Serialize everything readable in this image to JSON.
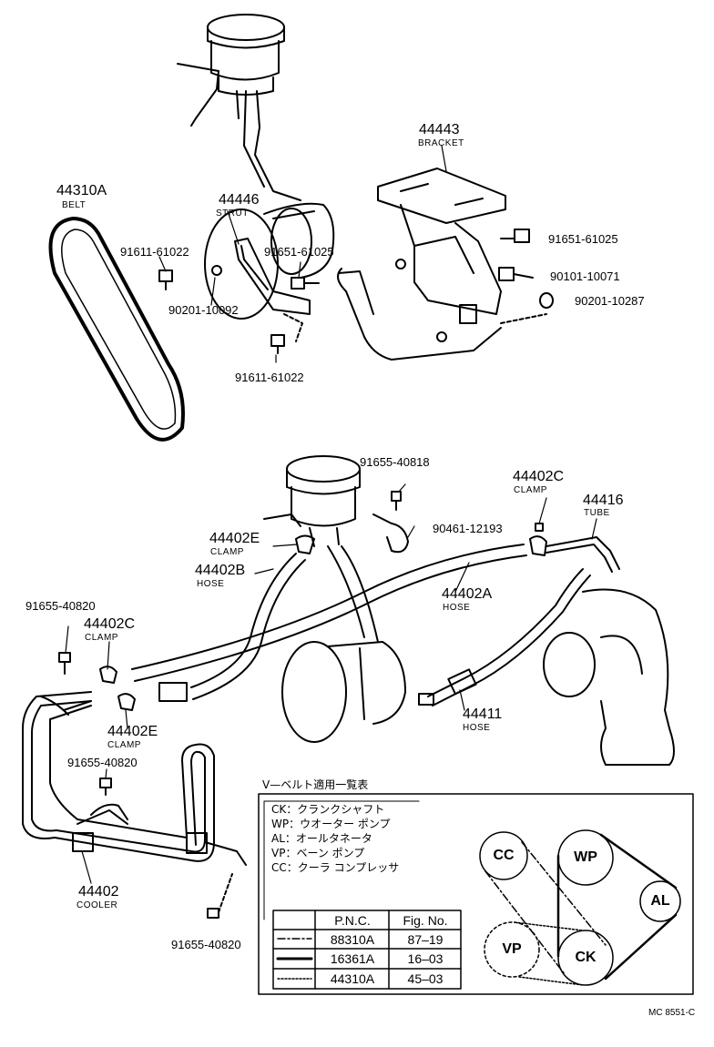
{
  "top": {
    "belt_pn": "44310A",
    "belt_name": "BELT",
    "strut_pn": "44446",
    "strut_name": "STRUT",
    "bracket_pn": "44443",
    "bracket_name": "BRACKET",
    "bolt_a": "91611-61022",
    "washer_a": "90201-10092",
    "bolt_b": "91611-61022",
    "bolt_c": "91651-61025",
    "bolt_d": "91651-61025",
    "bolt_e": "90101-10071",
    "washer_b": "90201-10287"
  },
  "bottom": {
    "screw_top": "91655-40818",
    "clip": "90461-12193",
    "clamp_c_right_pn": "44402C",
    "clamp_c_right_name": "CLAMP",
    "tube_pn": "44416",
    "tube_name": "TUBE",
    "clamp_e_top_pn": "44402E",
    "clamp_e_top_name": "CLAMP",
    "hose_b_pn": "44402B",
    "hose_b_name": "HOSE",
    "hose_a_pn": "44402A",
    "hose_a_name": "HOSE",
    "screw_left": "91655-40820",
    "clamp_c_left_pn": "44402C",
    "clamp_c_left_name": "CLAMP",
    "clamp_e_left_pn": "44402E",
    "clamp_e_left_name": "CLAMP",
    "screw_mid": "91655-40820",
    "hose_pn": "44411",
    "hose_name": "HOSE",
    "cooler_pn": "44402",
    "cooler_name": "COOLER",
    "screw_bottom": "91655-40820"
  },
  "legend": {
    "title": "V—ベルト適用一覧表",
    "lines": [
      "CK：クランクシャフト",
      "WP：ウオーター ポンプ",
      "AL：オールタネータ",
      "VP：ベーン ポンプ",
      "CC：クーラ コンプレッサ"
    ],
    "table_headers": [
      "P.N.C.",
      "Fig. No."
    ],
    "table_rows": [
      {
        "pnc": "88310A",
        "fig": "87–19"
      },
      {
        "pnc": "16361A",
        "fig": "16–03"
      },
      {
        "pnc": "44310A",
        "fig": "45–03"
      }
    ],
    "pulleys": [
      "CC",
      "WP",
      "AL",
      "VP",
      "CK"
    ]
  },
  "code": "MC 8551-C"
}
